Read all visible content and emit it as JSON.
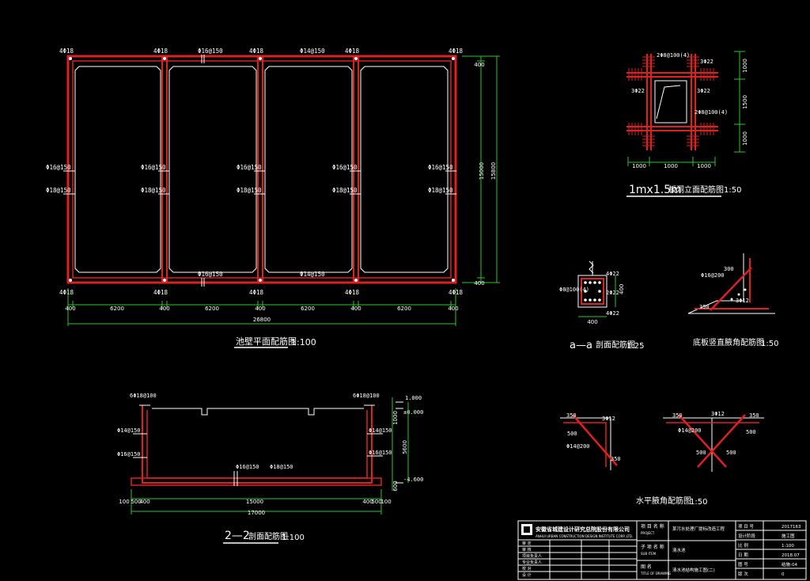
{
  "colors": {
    "background": "#000000",
    "rebar": "#e02020",
    "dimension": "#28c828",
    "text": "#ffffff"
  },
  "plan": {
    "title": "池壁平面配筋图",
    "scale": "1:100",
    "corner_bar": "4Φ18",
    "h_bar_top": "Φ16@150",
    "h_bar_mid": "Φ14@150",
    "v_bar_a": "Φ16@150",
    "v_bar_b": "Φ18@150",
    "dims_x": [
      "400",
      "6200",
      "400",
      "6200",
      "400",
      "6200",
      "400",
      "6200",
      "400"
    ],
    "total_x": "26800",
    "dims_y": [
      "400",
      "15000",
      "400"
    ],
    "total_y": "15800"
  },
  "opening": {
    "title_a": "1mx1.5m",
    "title_b": "板洞立面配筋图",
    "scale": "1:50",
    "bar_a": "2Φ8@100(4)",
    "bar_b": "3Φ22",
    "bar_c": "2Φ8@100(4)",
    "dims_x": [
      "1000",
      "1000",
      "1000"
    ],
    "dims_y": [
      "1000",
      "1500",
      "1000"
    ]
  },
  "section_aa": {
    "title_a": "a—a",
    "title_b": "剖面配筋图",
    "scale": "1:25",
    "stirrup": "Φ8@100(4)",
    "top_bar": "4Φ22",
    "side_bar": "2Φ22",
    "bottom_bar": "4Φ22",
    "w": "400",
    "h": "400"
  },
  "haunch_v": {
    "title": "底板竖直腋角配筋图",
    "scale": "1:50",
    "bar_a": "Φ16@200",
    "bar_b": "3Φ12",
    "d1": "300",
    "d2": "350"
  },
  "section_22": {
    "title_a": "2—2",
    "title_b": "剖面配筋图",
    "scale": "1:100",
    "top_bar": "6Φ18@100",
    "bar_a": "Φ14@150",
    "bar_b": "Φ16@150",
    "bar_c": "Φ18@150",
    "elev_top": "1.000",
    "elev_0": "±0.000",
    "elev_bot": "-4.600",
    "h_total": "5600",
    "h_a": "1000",
    "h_b": "600",
    "dims_x": [
      "100",
      "500",
      "400",
      "15000",
      "400",
      "500",
      "100"
    ],
    "total_x": "17000"
  },
  "haunch_h": {
    "title": "水平腋角配筋图",
    "scale": "1:50",
    "d350": "350",
    "d500": "500",
    "bar_a": "3Φ12",
    "bar_b": "Φ14@200"
  },
  "title_block": {
    "company": "安徽省城建设计研究总院股份有限公司",
    "company_en": "ANHUI URBAN CONSTRUCTION DESIGN INSTITUTE CORP.,LTD.",
    "project_label": "项 目 名 称",
    "project_en": "PROJECT",
    "project_name": "某污水处理厂提标改造工程",
    "sub_label": "子 项 名 称",
    "sub_en": "SUB ITEM",
    "sub_name": "清水池",
    "drawing_label": "图 名",
    "drawing_en": "TITLE OF DRAWING",
    "drawing_name": "清水池结构施工图(二)",
    "rows": [
      "审 定",
      "审 核",
      "项目负责人",
      "专业负责人",
      "校 对",
      "设 计"
    ],
    "right_labels": [
      "项 目 号",
      "设计阶段",
      "比 例",
      "日 期",
      "图 号",
      "版 次"
    ],
    "right_values": [
      "2017163",
      "施工图",
      "1:100",
      "2018.07",
      "结施-04",
      "0"
    ]
  }
}
